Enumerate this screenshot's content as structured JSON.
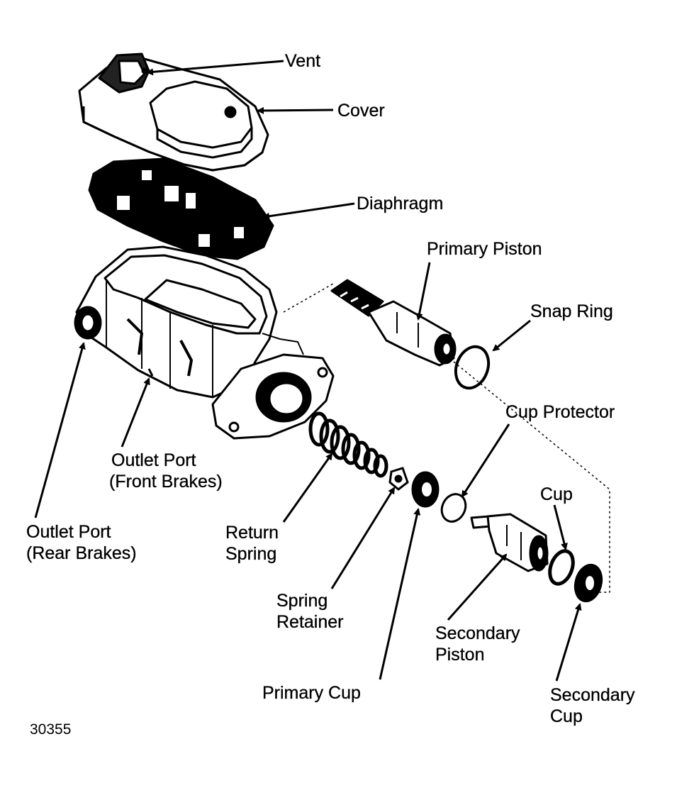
{
  "labels": {
    "vent": "Vent",
    "cover": "Cover",
    "diaphragm": "Diaphragm",
    "primary_piston": "Primary Piston",
    "snap_ring": "Snap Ring",
    "cup_protector": "Cup Protector",
    "cup": "Cup",
    "outlet_port_front": [
      "Outlet Port",
      "(Front Brakes)"
    ],
    "outlet_port_rear": [
      "Outlet Port",
      "(Rear Brakes)"
    ],
    "return_spring": [
      "Return",
      "Spring"
    ],
    "spring_retainer": [
      "Spring",
      "Retainer"
    ],
    "secondary_piston": [
      "Secondary",
      "Piston"
    ],
    "primary_cup": "Primary Cup",
    "secondary_cup": [
      "Secondary",
      "Cup"
    ]
  },
  "figure_id": "30355",
  "colors": {
    "ink": "#000000",
    "paper": "#ffffff"
  }
}
